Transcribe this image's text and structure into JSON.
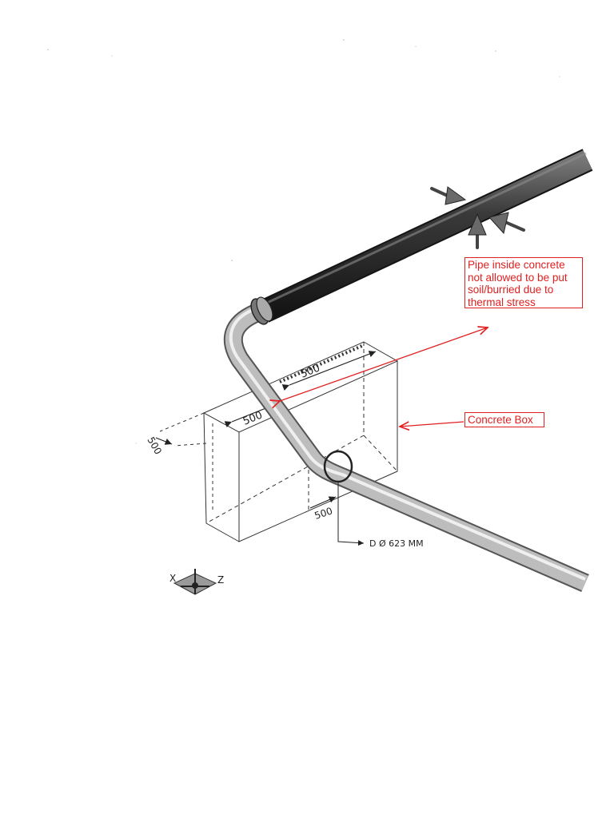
{
  "annotations": {
    "pipe_note": "Pipe inside concrete\nnot allowed to be put\nsoil/burried due to\nthermal stress",
    "box_label": "Concrete Box"
  },
  "dimensions": {
    "top_length": "500",
    "top_width": "500",
    "depth": "500",
    "bottom": "500",
    "diameter": "D Ø 623 MM"
  },
  "axis": {
    "x_label": "X",
    "z_label": "Z"
  },
  "colors": {
    "annotation": "#e02020",
    "pipe_dark": "#2a2a2a",
    "pipe_light": "#a8a8a8",
    "sketch": "#333333"
  },
  "icons": [
    "force-arrow-icon",
    "axis-triad-icon"
  ]
}
